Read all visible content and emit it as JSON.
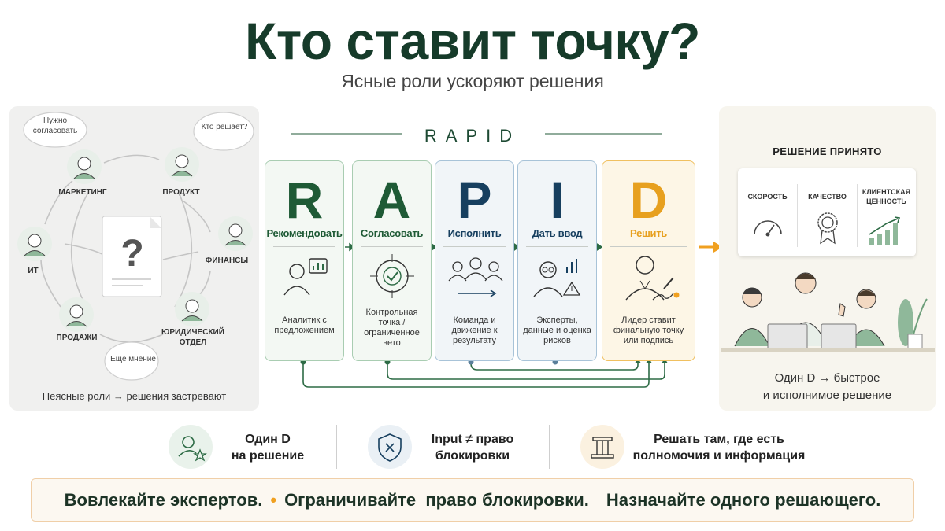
{
  "header": {
    "title": "Кто ставит точку?",
    "subtitle": "Ясные роли ускоряют решения"
  },
  "left_panel": {
    "roles": [
      "МАРКЕТИНГ",
      "ПРОДУКТ",
      "ИТ",
      "ФИНАНСЫ",
      "ПРОДАЖИ",
      "ЮРИДИЧЕСКИЙ ОТДЕЛ"
    ],
    "clouds": [
      "Нужно согласовать",
      "Кто решает?",
      "Ещё мнение"
    ],
    "document_mark": "?",
    "caption": "Неясные роли → решения застревают"
  },
  "rapid": {
    "label": "RAPID",
    "cards": [
      {
        "letter": "R",
        "verb": "Рекомендовать",
        "desc": "Аналитик с предложением",
        "color": "#1e5a35",
        "icon": "analyst-icon"
      },
      {
        "letter": "A",
        "verb": "Согласовать",
        "desc": "Контрольная точка / ограниченное вето",
        "color": "#1e5a35",
        "icon": "target-check-icon"
      },
      {
        "letter": "P",
        "verb": "Исполнить",
        "desc": "Команда и движение к результату",
        "color": "#173f5f",
        "icon": "team-icon"
      },
      {
        "letter": "I",
        "verb": "Дать ввод",
        "desc": "Эксперты, данные и оценка рисков",
        "color": "#173f5f",
        "icon": "expert-icon"
      },
      {
        "letter": "D",
        "verb": "Решить",
        "desc": "Лидер ставит финальную точку или подпись",
        "color": "#e7a01f",
        "icon": "signing-leader-icon"
      }
    ]
  },
  "right_panel": {
    "title": "РЕШЕНИЕ ПРИНЯТО",
    "metrics": [
      {
        "label": "СКОРОСТЬ",
        "icon": "speedometer-icon"
      },
      {
        "label": "КАЧЕСТВО",
        "icon": "quality-badge-icon"
      },
      {
        "label": "КЛИЕНТСКАЯ ЦЕННОСТЬ",
        "icon": "growth-chart-icon"
      }
    ],
    "caption_line1": "Один D → быстрое",
    "caption_line2": "и исполнимое решение"
  },
  "facts": [
    {
      "line1": "Один D",
      "line2": "на решение",
      "icon": "user-star-icon"
    },
    {
      "line1": "Input ≠ право",
      "line2": "блокировки",
      "icon": "shield-x-icon"
    },
    {
      "line1": "Решать там, где есть",
      "line2": "полномочия и информация",
      "icon": "column-icon"
    }
  ],
  "banner": {
    "part1": "Вовлекайте экспертов.",
    "separator": "•",
    "part2": "Ограничивайте  право блокировки.",
    "part3": "Назначайте одного решающего."
  },
  "colors": {
    "green": "#1e5a35",
    "blue": "#173f5f",
    "orange": "#e7a01f",
    "sage": "#8fb89a"
  }
}
